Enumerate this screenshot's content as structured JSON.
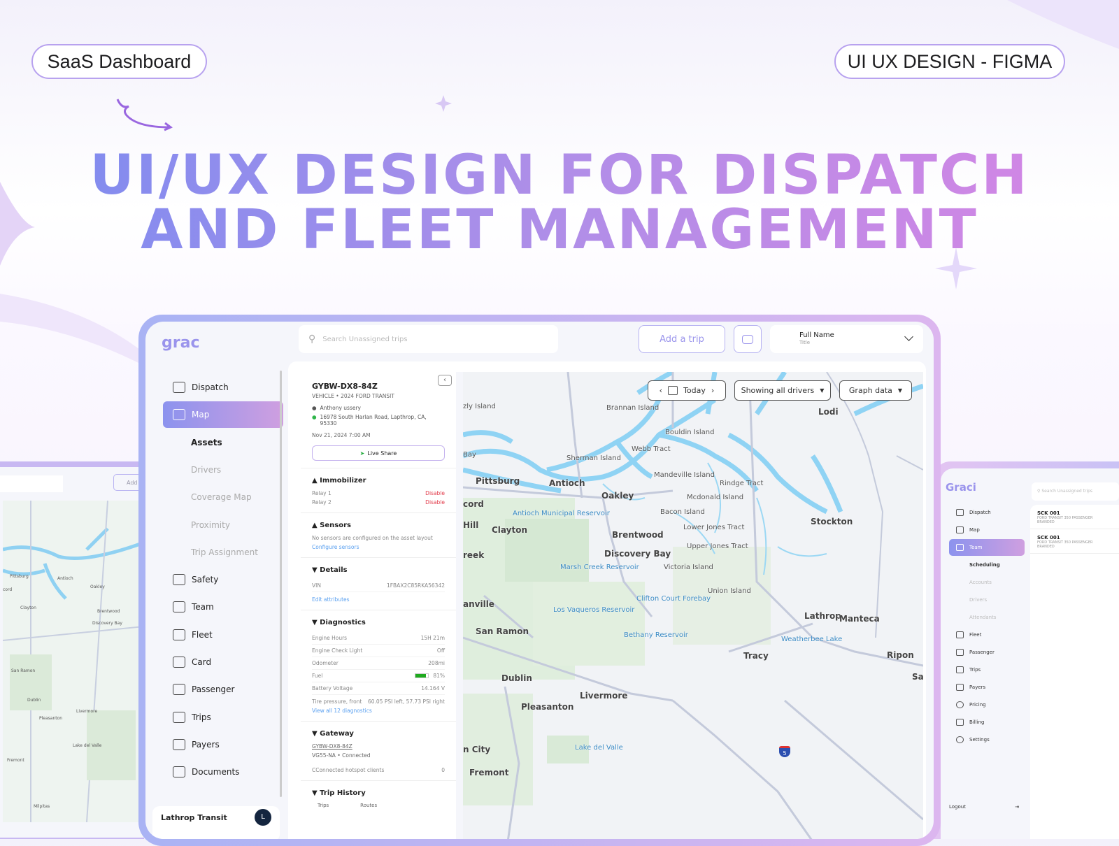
{
  "badges": {
    "left": "SaaS Dashboard",
    "right": "UI UX DESIGN - FIGMA"
  },
  "headline": {
    "line1": "UI/UX DESIGN FOR DISPATCH",
    "line2": "AND FLEET MANAGEMENT"
  },
  "app": {
    "logo": "grac",
    "search_placeholder": "Search Unassigned trips",
    "add_trip": "Add a trip",
    "user": {
      "name": "Full Name",
      "title": "Title"
    },
    "sidebar": [
      {
        "label": "Dispatch",
        "icon": "dispatch-icon"
      },
      {
        "label": "Map",
        "icon": "map-icon",
        "active": true
      },
      {
        "label": "Assets",
        "sub": true,
        "bold": true
      },
      {
        "label": "Drivers",
        "sub": true
      },
      {
        "label": "Coverage Map",
        "sub": true
      },
      {
        "label": "Proximity",
        "sub": true
      },
      {
        "label": "Trip Assignment",
        "sub": true
      },
      {
        "label": "Safety",
        "icon": "shield-icon"
      },
      {
        "label": "Team",
        "icon": "team-icon"
      },
      {
        "label": "Fleet",
        "icon": "fleet-icon"
      },
      {
        "label": "Card",
        "icon": "card-icon"
      },
      {
        "label": "Passenger",
        "icon": "passenger-icon"
      },
      {
        "label": "Trips",
        "icon": "trips-icon"
      },
      {
        "label": "Payers",
        "icon": "payers-icon"
      },
      {
        "label": "Documents",
        "icon": "documents-icon"
      }
    ],
    "org": {
      "name": "Lathrop Transit",
      "avatar": "L"
    },
    "vehicle": {
      "id": "GYBW-DX8-84Z",
      "subtitle": "VEHICLE • 2024 FORD TRANSIT",
      "driver": "Anthony ussery",
      "address": "16978 South Harlan Road, Lapthrop, CA, 95330",
      "datetime": "Nov 21, 2024 7:00 AM",
      "live_share": "Live Share",
      "immobilizer": {
        "title": "Immobilizer",
        "rows": [
          {
            "label": "Relay 1",
            "action": "Disable"
          },
          {
            "label": "Relay 2",
            "action": "Disable"
          }
        ]
      },
      "sensors": {
        "title": "Sensors",
        "text": "No sensors are configured on the asset layout",
        "link": "Configure sensors"
      },
      "details": {
        "title": "Details",
        "vin_label": "VIN",
        "vin": "1FBAX2C85RKA56342",
        "link": "Edit attributes"
      },
      "diagnostics": {
        "title": "Diagnostics",
        "rows": [
          {
            "label": "Engine Hours",
            "value": "15H 21m"
          },
          {
            "label": "Engine Check Light",
            "value": "Off"
          },
          {
            "label": "Odometer",
            "value": "208mi"
          },
          {
            "label": "Fuel",
            "value": "81%",
            "fuel_fraction": 0.81
          },
          {
            "label": "Battery Voltage",
            "value": "14.164 V"
          },
          {
            "label": "Tire pressure, front",
            "value": "60.05 PSI left, 57.73 PSI right"
          }
        ],
        "link": "View all 12 diagnostics"
      },
      "gateway": {
        "title": "Gateway",
        "id": "GYBW-DX8-84Z",
        "status": "VG55-NA • Connected",
        "clients_label": "CConnected hotspot clients",
        "clients": "0"
      },
      "trip_history": {
        "title": "Trip History",
        "cols": [
          "Trips",
          "Routes"
        ]
      }
    },
    "map": {
      "date": "Today",
      "drivers": "Showing all drivers",
      "graph": "Graph data",
      "highway": "5",
      "labels": [
        "Lodi",
        "Brannan Island",
        "Bouldin Island",
        "Webb Tract",
        "Sherman Island",
        "Mandeville Island",
        "Pittsburg",
        "Antioch",
        "Oakley",
        "Rindge Tract",
        "Mcdonald Island",
        "Antioch Municipal Reservoir",
        "Bacon Island",
        "Stockton",
        "Clayton",
        "Brentwood",
        "Lower Jones Tract",
        "Upper Jones Tract",
        "Discovery Bay",
        "Victoria Island",
        "Marsh Creek Reservoir",
        "Clifton Court Forebay",
        "Union Island",
        "Los Vaqueros Reservoir",
        "Lathrop",
        "Manteca",
        "San Ramon",
        "Bethany Reservoir",
        "Weatherbee Lake",
        "Tracy",
        "Ripon",
        "Sal",
        "Dublin",
        "Livermore",
        "Pleasanton",
        "Lake del Valle",
        "Fremont",
        "cord",
        "reek",
        "anville",
        "n City",
        "zly Island",
        "Bay",
        "Hill"
      ]
    }
  },
  "left_mock": {
    "add": "Add a",
    "labels": [
      "Pittsburg",
      "Antioch",
      "Oakley",
      "Clayton",
      "Brentwood",
      "Discovery Bay",
      "San Ramon",
      "Dublin",
      "Livermore",
      "Pleasanton",
      "Fremont",
      "Milpitas",
      "Lake del Valle",
      "cord"
    ]
  },
  "right_mock": {
    "logo": "Graci",
    "search_placeholder": "Search Unassigned trips",
    "sidebar": [
      "Dispatch",
      "Map",
      "Team",
      "Scheduling",
      "Accounts",
      "Drivers",
      "Attendants",
      "Fleet",
      "Passenger",
      "Trips",
      "Payers",
      "Pricing",
      "Billing",
      "Settings"
    ],
    "cards": [
      {
        "title": "SCK 001",
        "sub": "FORD TRANSIT 350 PASSENGER BRANDED"
      },
      {
        "title": "SCK 001",
        "sub": "FORD TRANSIT 350 PASSENGER BRANDED"
      }
    ],
    "logout": "Logout"
  }
}
